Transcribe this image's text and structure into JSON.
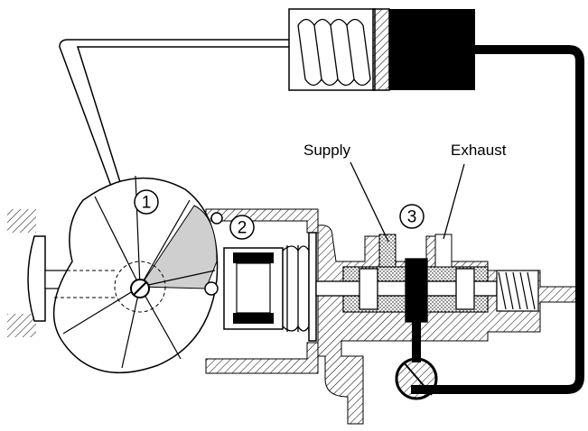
{
  "labels": {
    "supply": "Supply",
    "exhaust": "Exhaust"
  },
  "callouts": {
    "c1": "1",
    "c2": "2",
    "c3": "3"
  },
  "colors": {
    "ink": "#000000",
    "paper": "#ffffff",
    "shade": "#cfcfcf",
    "hatch": "#000000"
  }
}
